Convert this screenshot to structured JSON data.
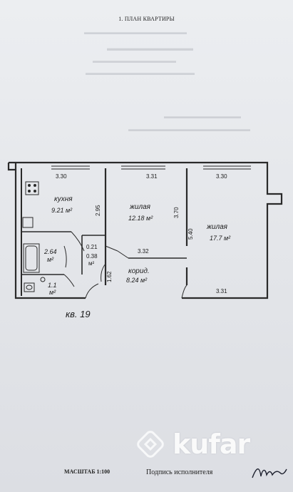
{
  "header": {
    "title": "1. ПЛАН КВАРТИРЫ"
  },
  "rooms": {
    "kitchen": {
      "name": "кухня",
      "area": "9.21 м²",
      "width": "3.30",
      "depth": "2.95"
    },
    "living1": {
      "name": "жилая",
      "area": "12.18 м²",
      "width": "3.31",
      "depth": "3.70"
    },
    "living2": {
      "name": "жилая",
      "area": "17.7 м²",
      "width": "3.30",
      "depth": "5.40"
    },
    "bath": {
      "area": "2.64",
      "unit": "м²"
    },
    "toilet": {
      "area": "1.1",
      "unit": "м²"
    },
    "closet": {
      "dim": "0.21",
      "area": "0.38",
      "unit": "м²"
    },
    "corridor": {
      "name": "корид.",
      "area": "8.24 м²",
      "dim1": "3.32",
      "dim2": "1.62",
      "dim3": "3.31"
    }
  },
  "apartment": {
    "label": "кв. 19"
  },
  "footer": {
    "scale": "МАСШТАБ 1:100",
    "signature_label": "Подпись исполнителя"
  },
  "watermark": {
    "text": "kufar",
    "color": "#ffffff"
  }
}
